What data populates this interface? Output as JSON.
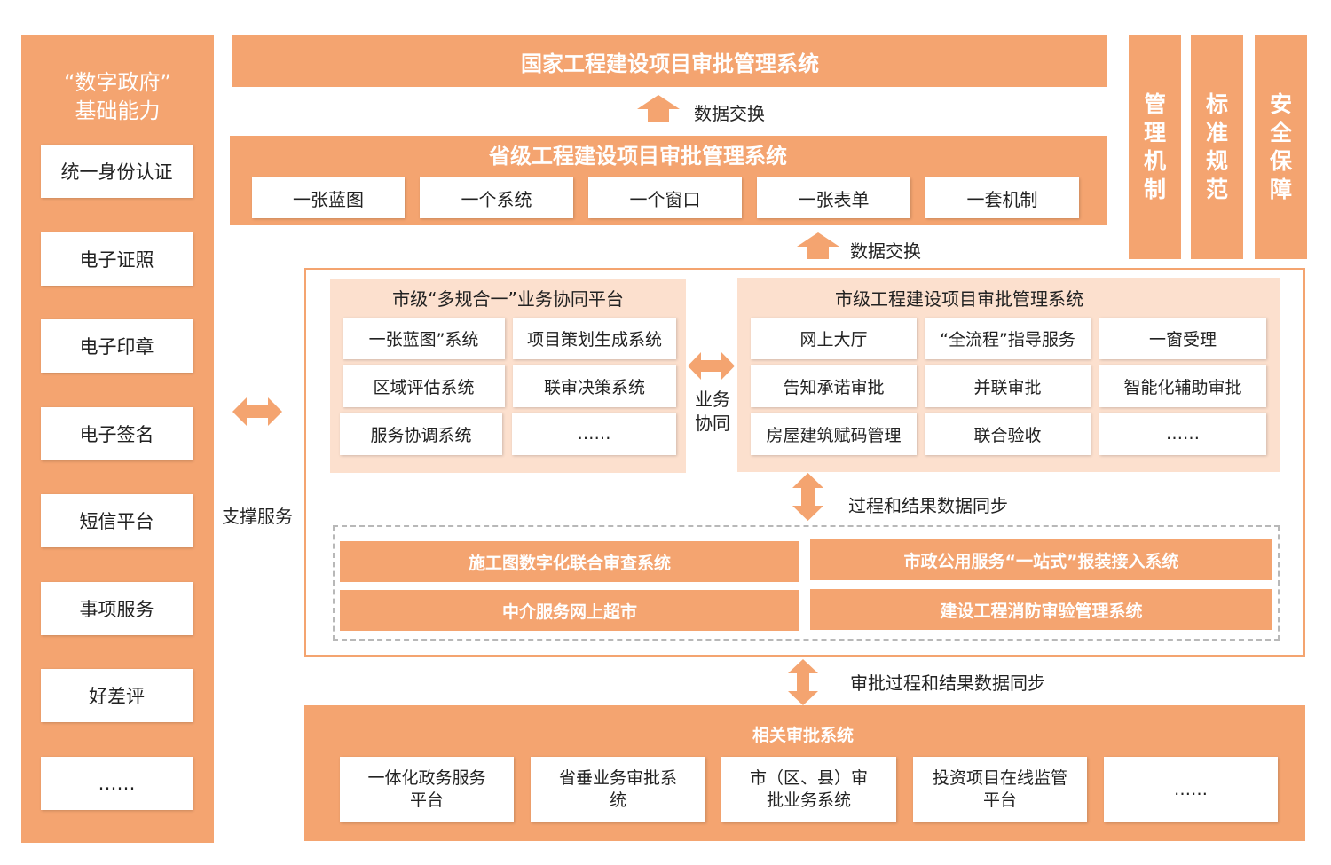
{
  "colors": {
    "accent": "#F4A470",
    "panel_light": "#FCE0CE",
    "text_dark": "#222222",
    "text_light": "#FFFFFF"
  },
  "left_panel": {
    "title_line1": "“数字政府”",
    "title_line2": "基础能力",
    "items": [
      "统一身份认证",
      "电子证照",
      "电子印章",
      "电子签名",
      "短信平台",
      "事项服务",
      "好差评",
      "……"
    ]
  },
  "support_label": "支撑服务",
  "national": {
    "title": "国家工程建设项目审批管理系统"
  },
  "exchange_top": "数据交换",
  "province": {
    "title": "省级工程建设项目审批管理系统",
    "items": [
      "一张蓝图",
      "一个系统",
      "一个窗口",
      "一张表单",
      "一套机制"
    ]
  },
  "exchange_middle": "数据交换",
  "side_bars": [
    "管理机制",
    "标准规范",
    "安全保障"
  ],
  "city_platform": {
    "title": "市级“多规合一”业务协同平台",
    "items": [
      "一张蓝图”系统",
      "项目策划生成系统",
      "区域评估系统",
      "联审决策系统",
      "服务协调系统",
      "……"
    ]
  },
  "collab_label": "业务\n协同",
  "city_system": {
    "title": "市级工程建设项目审批管理系统",
    "items": [
      "网上大厅",
      "“全流程”指导服务",
      "一窗受理",
      "告知承诺审批",
      "并联审批",
      "智能化辅助审批",
      "房屋建筑赋码管理",
      "联合验收",
      "……"
    ]
  },
  "sync_label": "过程和结果数据同步",
  "special_systems": [
    "施工图数字化联合审查系统",
    "市政公用服务“一站式”报装接入系统",
    "中介服务网上超市",
    "建设工程消防审验管理系统"
  ],
  "approval_sync_label": "审批过程和结果数据同步",
  "related": {
    "title": "相关审批系统",
    "items": [
      "一体化政务服务\n平台",
      "省垂业务审批系\n统",
      "市（区、县）审\n批业务系统",
      "投资项目在线监管\n平台",
      "……"
    ]
  }
}
